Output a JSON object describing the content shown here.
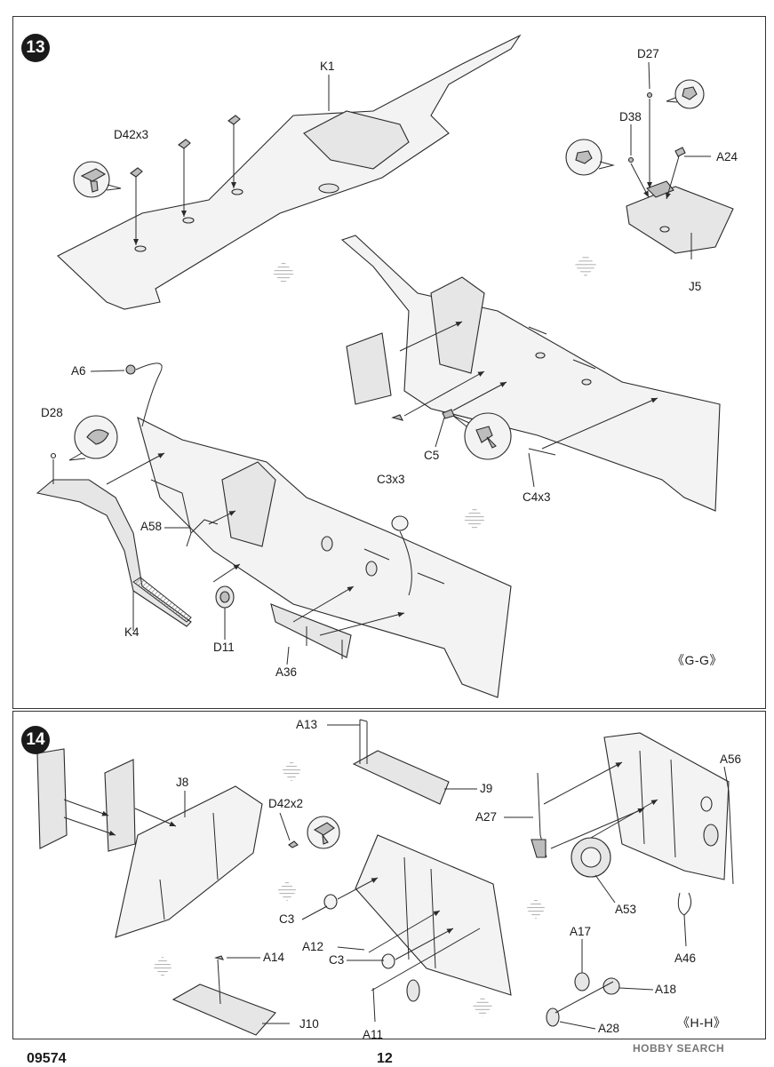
{
  "step13": {
    "number": "13",
    "view_label": "《G-G》",
    "labels": {
      "k1": "K1",
      "d42x3": "D42x3",
      "d27": "D27",
      "d38": "D38",
      "a24": "A24",
      "j5": "J5",
      "a6": "A6",
      "d28": "D28",
      "c3x3": "C3x3",
      "c5": "C5",
      "c4x3": "C4x3",
      "a58": "A58",
      "k4": "K4",
      "d11": "D11",
      "a36": "A36"
    }
  },
  "step14": {
    "number": "14",
    "view_label": "《H-H》",
    "labels": {
      "a13": "A13",
      "j9": "J9",
      "j8": "J8",
      "d42x2": "D42x2",
      "a56": "A56",
      "a27": "A27",
      "a53": "A53",
      "c3_top": "C3",
      "a12": "A12",
      "c3_bottom": "C3",
      "a14": "A14",
      "a46": "A46",
      "a17": "A17",
      "a18": "A18",
      "j10": "J10",
      "a11": "A11",
      "a28": "A28"
    }
  },
  "footer": {
    "product_code": "09574",
    "page_number": "12",
    "watermark": "HOBBY SEARCH"
  }
}
